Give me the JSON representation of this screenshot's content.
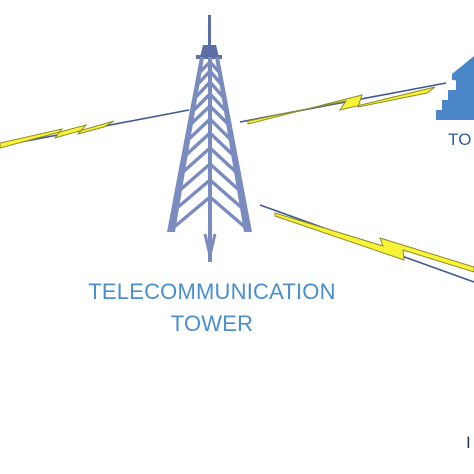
{
  "diagram": {
    "tower_label_line1": "TELECOMMUNICATION",
    "tower_label_line2": "TOWER",
    "right_label_partial": "TO",
    "edge_label_partial": "I"
  },
  "colors": {
    "tower_fill": "#7a8cbf",
    "tower_dark": "#5b6ea6",
    "link_line": "#3f5a8f",
    "lightning_fill": "#f7f438",
    "lightning_stroke": "#8f8a2a",
    "label_text": "#4a8ed0",
    "building_fill": "#4a86c8"
  }
}
